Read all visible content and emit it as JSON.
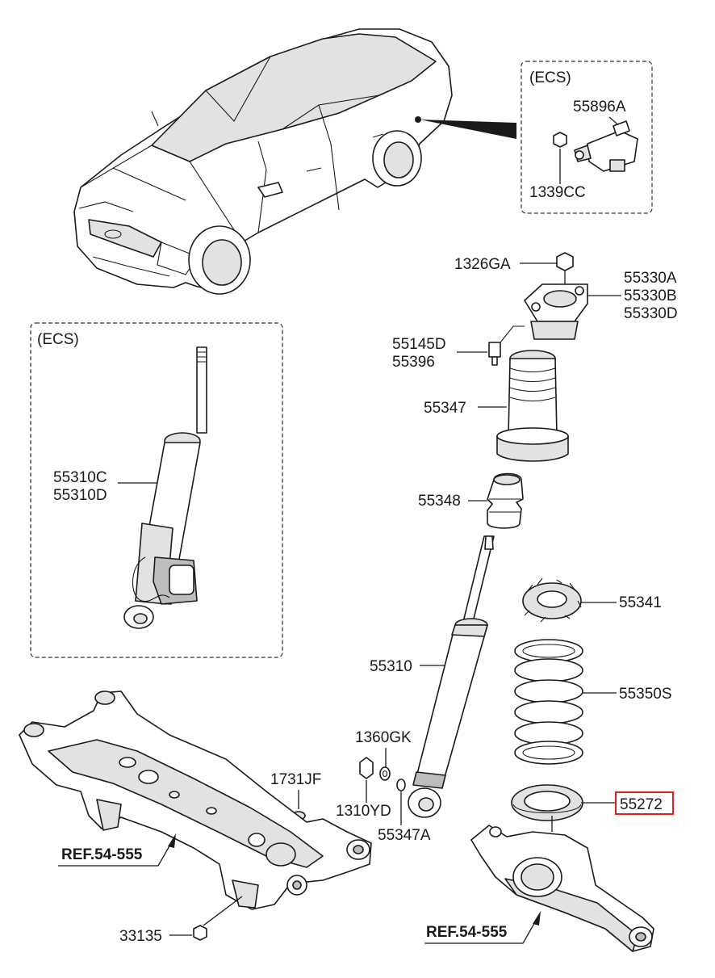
{
  "ecs_boxes": {
    "top_right_label": "(ECS)",
    "left_label": "(ECS)"
  },
  "part_labels": {
    "sensor": "55896A",
    "sensor_nut": "1339CC",
    "mount_nut": "1326GA",
    "mount_a": "55330A",
    "mount_b": "55330B",
    "mount_d": "55330D",
    "bolt_a": "55145D",
    "bolt_b": "55396",
    "dust_cover": "55347",
    "bump_stopper": "55348",
    "ecs_shock_c": "55310C",
    "ecs_shock_d": "55310D",
    "upper_seat": "55341",
    "shock_absorber": "55310",
    "coil_spring": "55350S",
    "washer_gk": "1360GK",
    "nut_yd": "1310YD",
    "washer_a": "55347A",
    "plug": "1731JF",
    "lower_pad": "55272",
    "bolt_nut": "33135"
  },
  "ref_labels": {
    "left": "REF.54-555",
    "right": "REF.54-555"
  },
  "highlight": {
    "part": "55272",
    "color": "#e0201a"
  }
}
